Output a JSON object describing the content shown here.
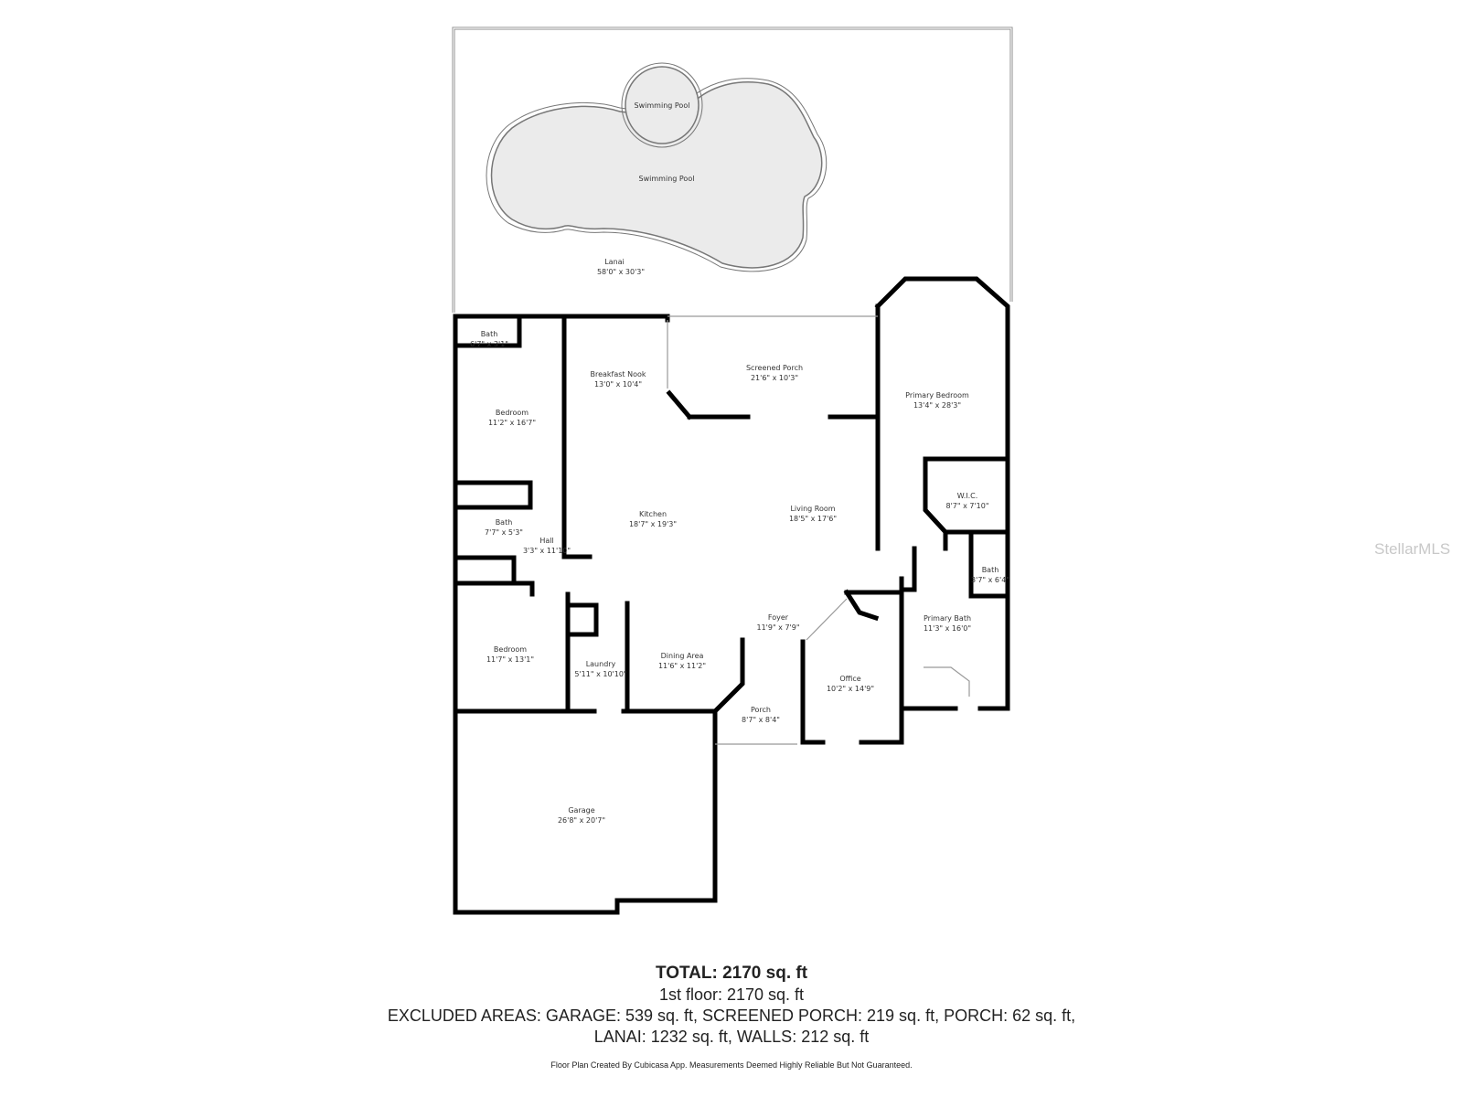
{
  "rooms": {
    "pool_small": {
      "name": "Swimming Pool"
    },
    "pool_main": {
      "name": "Swimming Pool"
    },
    "lanai": {
      "name": "Lanai",
      "dims": "58'0\" x 30'3\""
    },
    "bath1": {
      "name": "Bath",
      "dims": "6'7\" x 3'1\""
    },
    "bedroom1": {
      "name": "Bedroom",
      "dims": "11'2\" x 16'7\""
    },
    "breakfast_nook": {
      "name": "Breakfast Nook",
      "dims": "13'0\" x 10'4\""
    },
    "screened_porch": {
      "name": "Screened Porch",
      "dims": "21'6\" x 10'3\""
    },
    "primary_bedroom": {
      "name": "Primary Bedroom",
      "dims": "13'4\" x 28'3\""
    },
    "wic": {
      "name": "W.I.C.",
      "dims": "8'7\" x 7'10\""
    },
    "kitchen": {
      "name": "Kitchen",
      "dims": "18'7\" x 19'3\""
    },
    "living_room": {
      "name": "Living Room",
      "dims": "18'5\" x 17'6\""
    },
    "bath2": {
      "name": "Bath",
      "dims": "7'7\" x 5'3\""
    },
    "hall": {
      "name": "Hall",
      "dims": "3'3\" x 11'10\""
    },
    "bath3": {
      "name": "Bath",
      "dims": "3'7\" x 6'4\""
    },
    "foyer": {
      "name": "Foyer",
      "dims": "11'9\" x 7'9\""
    },
    "primary_bath": {
      "name": "Primary Bath",
      "dims": "11'3\" x 16'0\""
    },
    "bedroom2": {
      "name": "Bedroom",
      "dims": "11'7\" x 13'1\""
    },
    "laundry": {
      "name": "Laundry",
      "dims": "5'11\" x 10'10\""
    },
    "dining_area": {
      "name": "Dining Area",
      "dims": "11'6\" x 11'2\""
    },
    "office": {
      "name": "Office",
      "dims": "10'2\" x 14'9\""
    },
    "porch": {
      "name": "Porch",
      "dims": "8'7\" x 8'4\""
    },
    "garage": {
      "name": "Garage",
      "dims": "26'8\" x 20'7\""
    }
  },
  "summary": {
    "total": "TOTAL: 2170 sq. ft",
    "floor": "1st floor: 2170 sq. ft",
    "excluded_line1": "EXCLUDED AREAS: GARAGE: 539 sq. ft, SCREENED PORCH: 219 sq. ft, PORCH: 62 sq. ft,",
    "excluded_line2": "LANAI: 1232 sq. ft, WALLS: 212 sq. ft",
    "note": "Floor Plan Created By Cubicasa App. Measurements Deemed Highly Reliable But Not Guaranteed."
  },
  "watermark": "StellarMLS",
  "colors": {
    "wall": "#000000",
    "pool_fill": "#ebebeb",
    "text": "#333333"
  }
}
